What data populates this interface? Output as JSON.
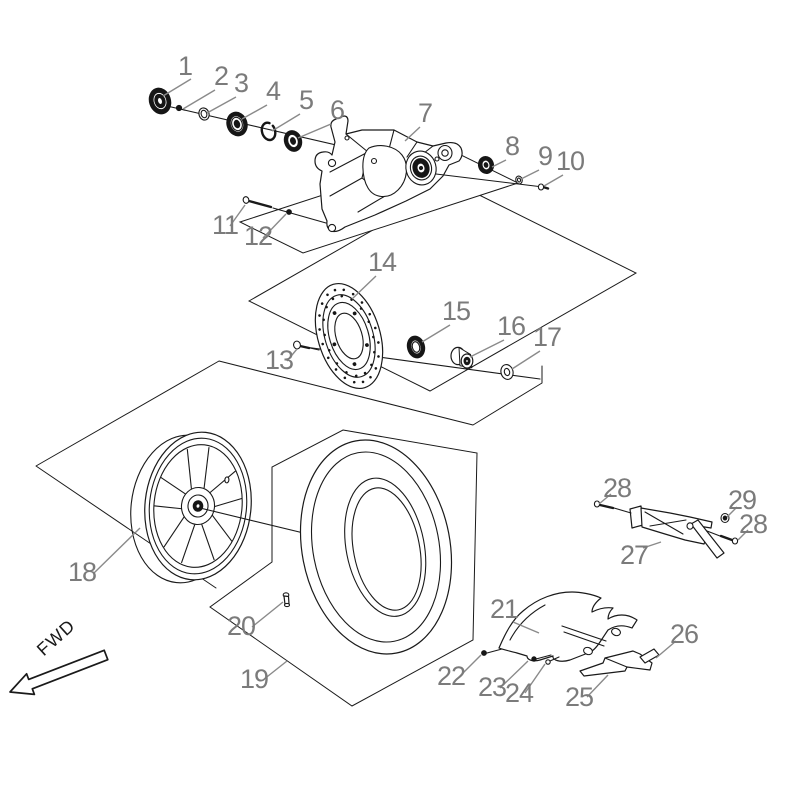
{
  "colors": {
    "line": "#1a1a1a",
    "label": "#7b7b7b",
    "leader": "#8a8a8a",
    "background": "#ffffff"
  },
  "fwd_label": "FWD",
  "callouts": {
    "c1": "1",
    "c2": "2",
    "c3": "3",
    "c4": "4",
    "c5": "5",
    "c6": "6",
    "c7": "7",
    "c8": "8",
    "c9": "9",
    "c10": "10",
    "c11": "11",
    "c12": "12",
    "c13": "13",
    "c14": "14",
    "c15": "15",
    "c16": "16",
    "c17": "17",
    "c18": "18",
    "c19": "19",
    "c20": "20",
    "c21": "21",
    "c22": "22",
    "c23": "23",
    "c24": "24",
    "c25": "25",
    "c26": "26",
    "c27": "27",
    "c28a": "28",
    "c28b": "28",
    "c29": "29"
  }
}
